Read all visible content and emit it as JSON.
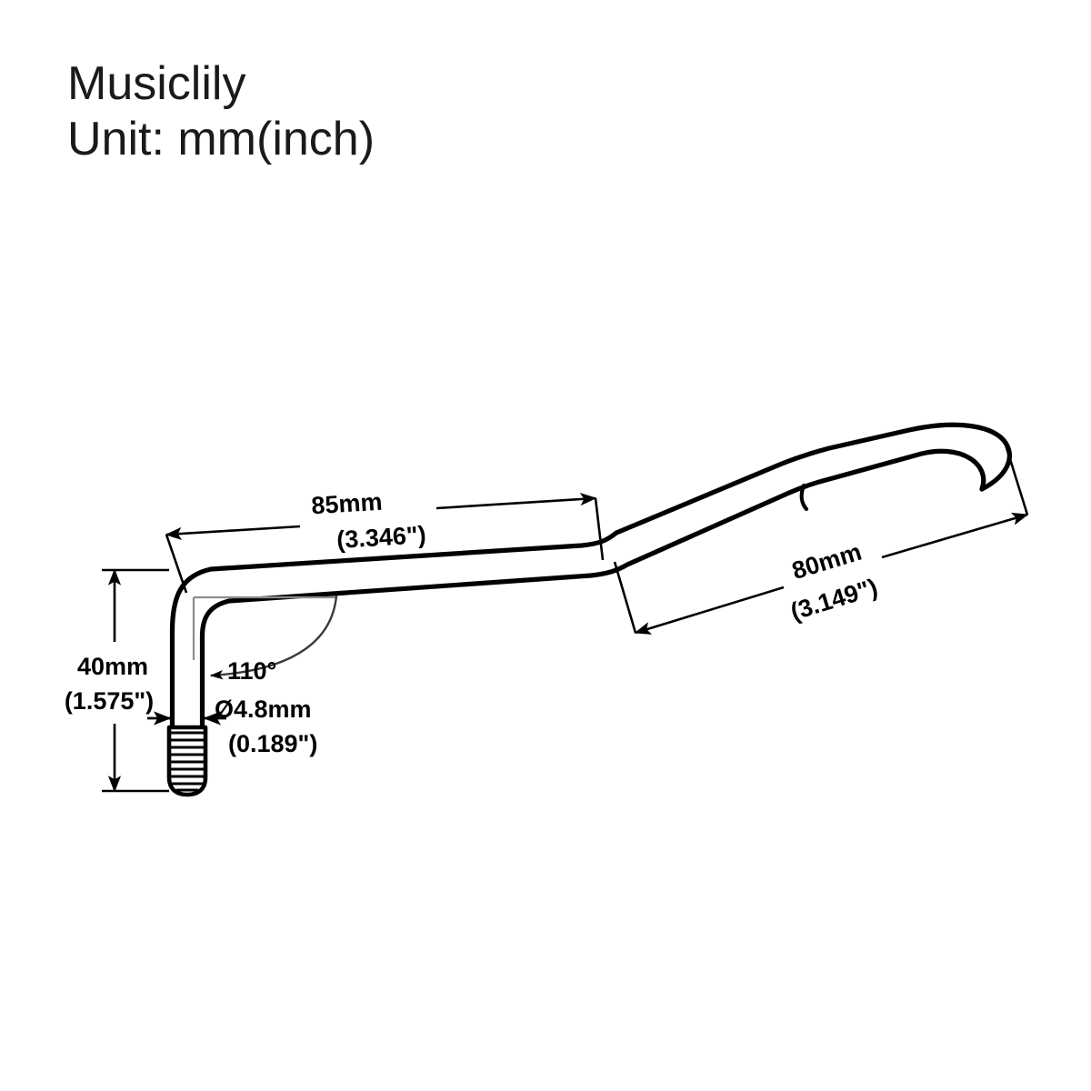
{
  "header": {
    "brand": "Musiclily",
    "unit_note": "Unit: mm(inch)"
  },
  "colors": {
    "background": "#ffffff",
    "line": "#000000",
    "text": "#1a1a1a",
    "construction": "#7d7d7d"
  },
  "drawing": {
    "title": "Tremolo arm dimension drawing",
    "object": "guitar-tremolo-arm"
  },
  "dimensions": {
    "arm_length": {
      "name": "arm-length-dimension",
      "mm_label": "85mm",
      "inch_label": "(3.346\")",
      "value_mm": 85,
      "value_in": 3.346
    },
    "tip_length": {
      "name": "tip-length-dimension",
      "mm_label": "80mm",
      "inch_label": "(3.149\")",
      "value_mm": 80,
      "value_in": 3.149
    },
    "shaft_length": {
      "name": "shaft-length-dimension",
      "mm_label": "40mm",
      "inch_label": "(1.575\")",
      "value_mm": 40,
      "value_in": 1.575
    },
    "shaft_diameter": {
      "name": "shaft-diameter-dimension",
      "mm_label": "Ø4.8mm",
      "inch_label": "(0.189\")",
      "value_mm": 4.8,
      "value_in": 0.189
    },
    "bend_angle": {
      "name": "bend-angle-dimension",
      "label": "110°",
      "value_deg": 110
    }
  }
}
